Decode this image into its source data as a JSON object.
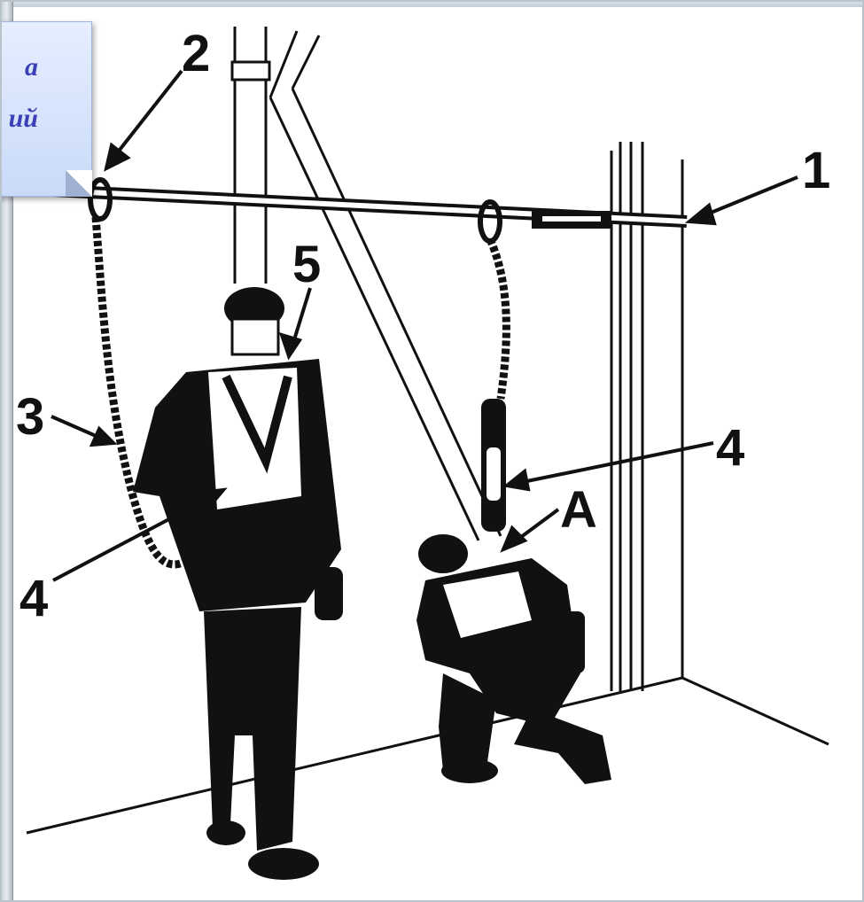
{
  "note": {
    "lines": [
      "а",
      "ий"
    ],
    "bg": "#c9daf8",
    "text_color": "#3a3fb8"
  },
  "callouts": [
    {
      "id": "1",
      "label": "1"
    },
    {
      "id": "2",
      "label": "2"
    },
    {
      "id": "3",
      "label": "3"
    },
    {
      "id": "4",
      "label": "4"
    },
    {
      "id": "4b",
      "label": "4"
    },
    {
      "id": "5",
      "label": "5"
    },
    {
      "id": "A",
      "label": "A"
    }
  ],
  "colors": {
    "ink": "#111111",
    "paper": "#ffffff",
    "scrollbar": "#c9cfd6"
  }
}
